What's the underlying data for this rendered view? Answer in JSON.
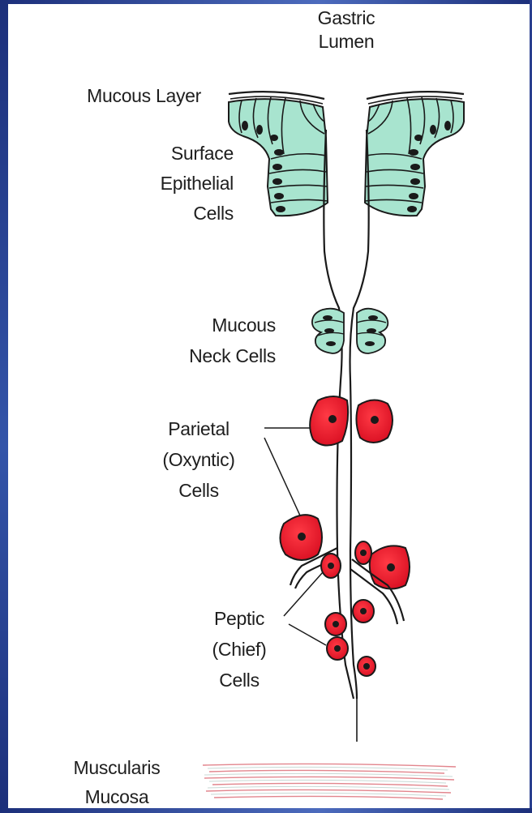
{
  "labels": {
    "gastric_lumen": [
      "Gastric",
      "Lumen"
    ],
    "mucous_layer": [
      "Mucous Layer"
    ],
    "surface_epithelial": [
      "Surface",
      "Epithelial",
      "Cells"
    ],
    "mucous_neck": [
      "Mucous",
      "Neck Cells"
    ],
    "parietal": [
      "Parietal",
      "(Oxyntic)",
      "Cells"
    ],
    "peptic": [
      "Peptic",
      "(Chief)",
      "Cells"
    ],
    "muscularis": [
      "Muscularis",
      "Mucosa"
    ]
  },
  "colors": {
    "epithelial_fill": "#a8e4cf",
    "parietal_fill": "#e8162a",
    "outline": "#1a1a1a",
    "muscle_lines": "#e2858d",
    "frame": "#2a4596"
  }
}
